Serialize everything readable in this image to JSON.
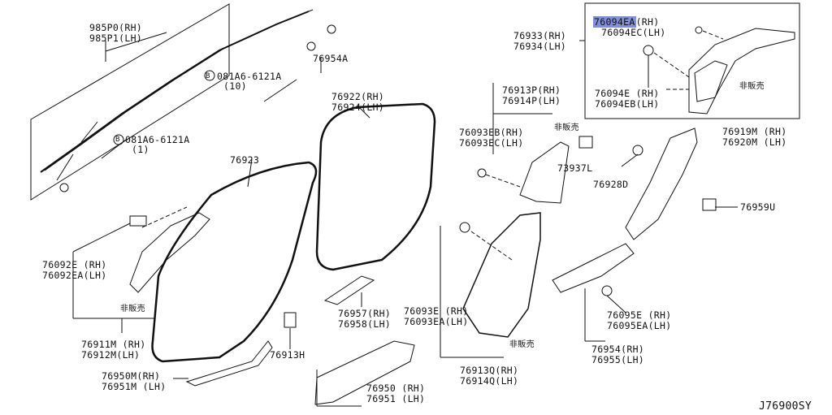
{
  "colors": {
    "highlight": "#7f8fd8",
    "ink": "#111111",
    "background": "#ffffff"
  },
  "parts": {
    "p985P0": "985P0(RH)",
    "p985P1": "985P1(LH)",
    "p76954A": "76954A",
    "bolt1": "081A6-6121A",
    "bolt1_qty": "(10)",
    "bolt2": "081A6-6121A",
    "bolt2_qty": "(1)",
    "bolt_symbol": "B",
    "p76933": "76933(RH)",
    "p76934": "76934(LH)",
    "p76094EA": "76094EA",
    "p76094EA_side": "(RH)",
    "p76094EC": "76094EC(LH)",
    "p76094E": "76094E (RH)",
    "p76094EB": "76094EB(LH)",
    "notsold": "非販売",
    "p76922": "76922(RH)",
    "p76924": "76924(LH)",
    "p76923": "76923",
    "p76913P": "76913P(RH)",
    "p76914P": "76914P(LH)",
    "p76093EB": "76093EB(RH)",
    "p76093EC": "76093EC(LH)",
    "p73937L": "73937L",
    "p76919M": "76919M (RH)",
    "p76920M": "76920M (LH)",
    "p76928D": "76928D",
    "p76959U": "76959U",
    "p76092E": "76092E (RH)",
    "p76092EA": "76092EA(LH)",
    "p76911M": "76911M (RH)",
    "p76912M": "76912M(LH)",
    "p76957": "76957(RH)",
    "p76958": "76958(LH)",
    "p76093E": "76093E (RH)",
    "p76093EA": "76093EA(LH)",
    "p76913H": "76913H",
    "p76950M": "76950M(RH)",
    "p76951M": "76951M (LH)",
    "p76950": "76950 (RH)",
    "p76951": "76951 (LH)",
    "p76913Q": "76913Q(RH)",
    "p76914Q": "76914Q(LH)",
    "p76095E": "76095E (RH)",
    "p76095EA": "76095EA(LH)",
    "p76954": "76954(RH)",
    "p76955": "76955(LH)"
  },
  "diagram_code": "J76900SY"
}
